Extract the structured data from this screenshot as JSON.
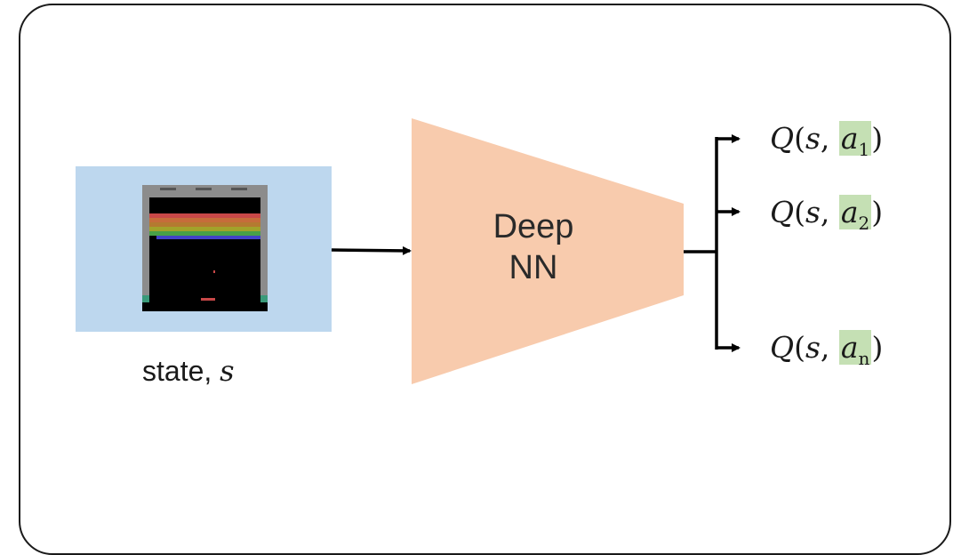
{
  "diagram": {
    "state_label": "state,",
    "state_symbol": "s",
    "network": {
      "line1": "Deep",
      "line2": "NN"
    },
    "outputs": [
      {
        "func": "Q",
        "state": "s",
        "action": "a",
        "sub": "1"
      },
      {
        "func": "Q",
        "state": "s",
        "action": "a",
        "sub": "2"
      },
      {
        "func": "Q",
        "state": "s",
        "action": "a",
        "sub": "n"
      }
    ]
  },
  "colors": {
    "state_box": "#bdd7ee",
    "network": "#f8cbad",
    "action_highlight": "#c5e0b4",
    "stroke": "#000000"
  }
}
